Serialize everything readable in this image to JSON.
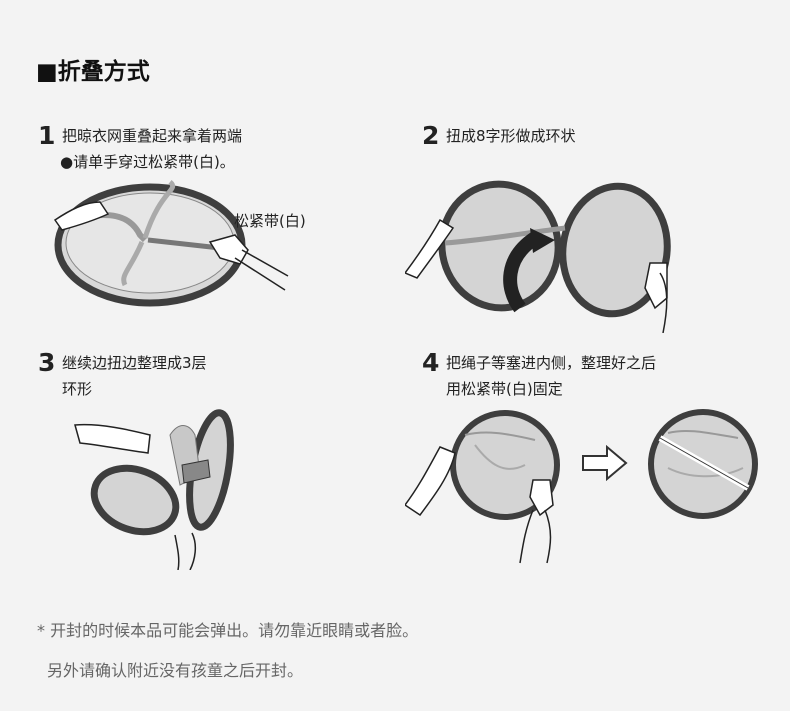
{
  "page_title": "■折叠方式",
  "steps": [
    {
      "number": "1",
      "lines": [
        "把晾衣网重叠起来拿着两端",
        "●请单手穿过松紧带(白)。"
      ],
      "callout": "松紧带(白)"
    },
    {
      "number": "2",
      "lines": [
        "扭成8字形做成环状"
      ]
    },
    {
      "number": "3",
      "lines": [
        "继续边扭边整理成3层",
        "环形"
      ]
    },
    {
      "number": "4",
      "lines": [
        "把绳子等塞进内侧，整理好之后",
        "用松紧带(白)固定"
      ]
    }
  ],
  "notes": [
    "* 开封的时候本品可能会弹出。请勿靠近眼睛或者脸。",
    "另外请确认附近没有孩童之后开封。"
  ],
  "colors": {
    "background": "#f3f3f3",
    "rim": "#4a4a4a",
    "mesh": "#cfcfcf",
    "text": "#222222",
    "note": "#666666"
  }
}
